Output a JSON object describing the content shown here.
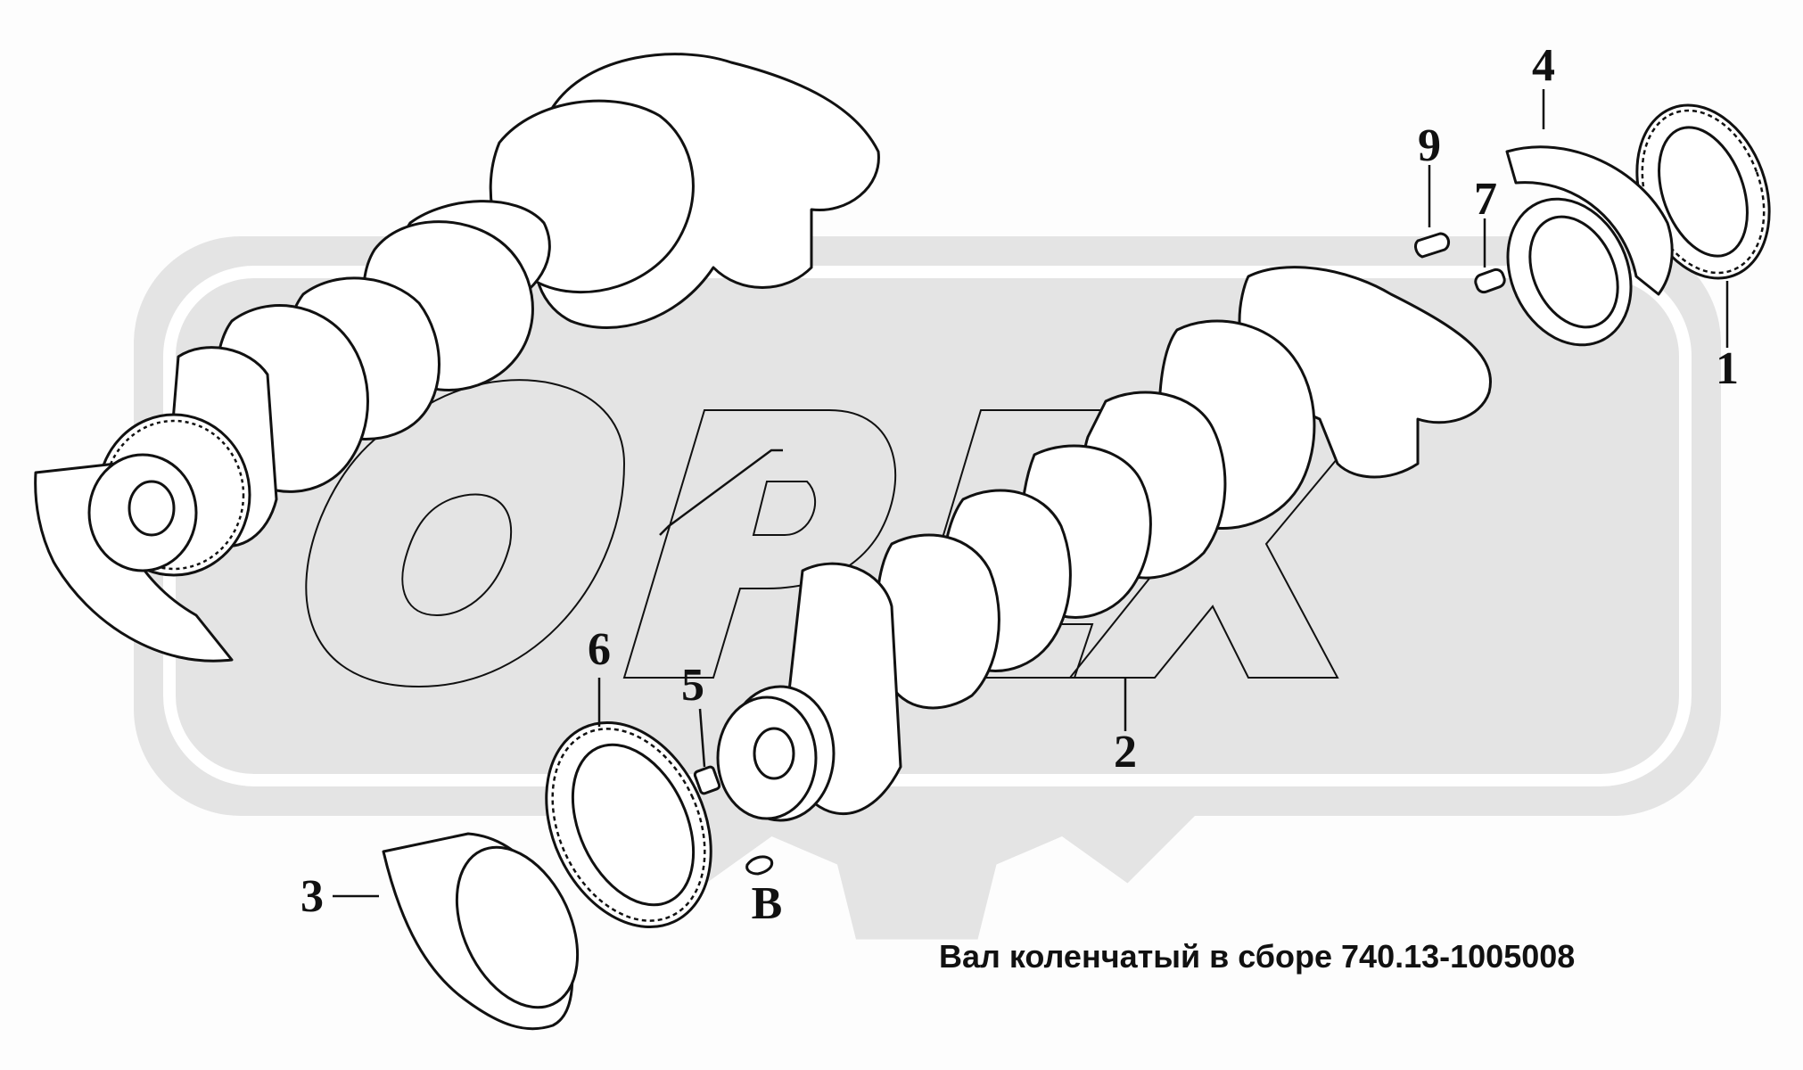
{
  "caption": "Вал коленчатый в сборе 740.13-1005008",
  "callouts": {
    "c1": "1",
    "c2": "2",
    "c3": "3",
    "c4": "4",
    "c5": "5",
    "c6": "6",
    "c7": "7",
    "c9": "9",
    "cB": "В"
  },
  "watermark": {
    "text": "OPEX",
    "color": "#e4e4e4"
  }
}
